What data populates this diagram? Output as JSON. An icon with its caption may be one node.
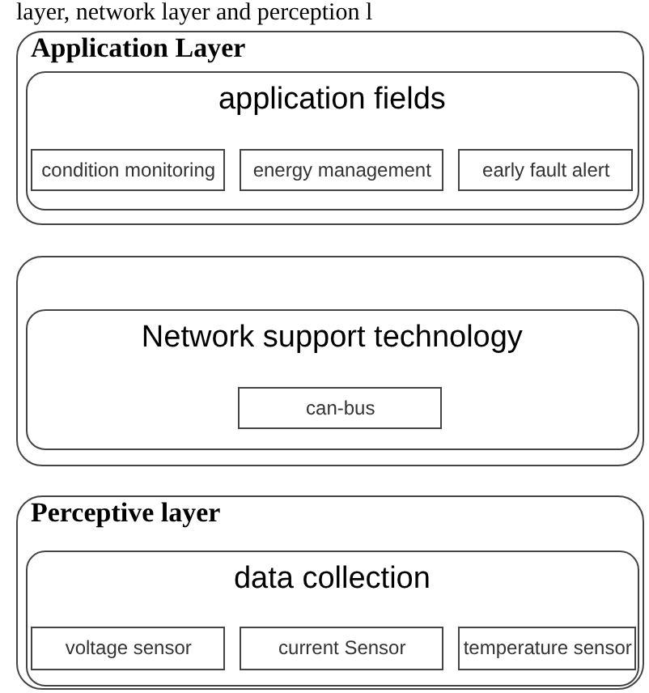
{
  "diagram": {
    "nodes": [
      {
        "text": [
          "Application Layer"
        ]
      },
      {
        "text": [
          "application fields"
        ],
        "in": 0
      },
      {
        "text": [
          "condition monitoring"
        ],
        "in": 1
      },
      {
        "text": [
          "energy management"
        ],
        "in": 1
      },
      {
        "text": [
          "early fault alert"
        ],
        "in": 1
      },
      {
        "text": [],
        "shape": "box"
      },
      {
        "text": [
          "Network support technology"
        ],
        "in": 5
      },
      {
        "text": [
          "can-bus"
        ],
        "in": 6
      },
      {
        "text": [
          "Perceptive layer"
        ]
      },
      {
        "text": [
          "data collection"
        ],
        "in": 8
      },
      {
        "text": [
          "voltage sensor"
        ],
        "in": 9
      },
      {
        "text": [
          "current Sensor"
        ],
        "in": 9
      },
      {
        "text": [
          "temperature sensor"
        ],
        "in": 9
      }
    ],
    "labels": [
      "layer, network layer and perception l"
    ]
  }
}
